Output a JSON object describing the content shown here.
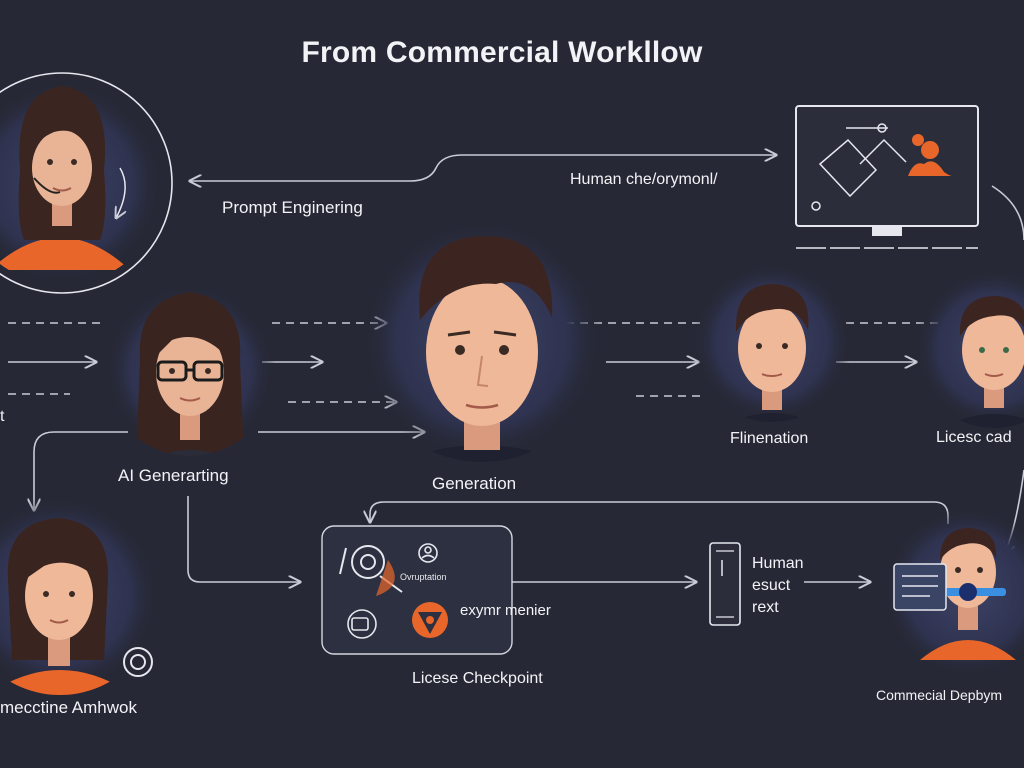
{
  "title": "From Commercial Workllow",
  "labels": {
    "prompt_engineering": "Prompt Enginering",
    "human_choreography": "Human che/orymonl/",
    "cut_left": "t",
    "ai_generating": "AI Generarting",
    "generation": "Generation",
    "flinenation": "Flinenation",
    "license_cut": "Licesc cad",
    "human_esuct_rext": [
      "Human",
      "esuct",
      "rext"
    ],
    "checkpoint_small": "Ovruptation",
    "exymr_menier": "exymr menier",
    "license_checkpoint": "Licese Checkpoint",
    "machine_artwork": "mecctine Amhwok",
    "commercial_deployment": "Commecial Depbym"
  },
  "colors": {
    "background": "#262835",
    "accent_orange": "#e8662a",
    "line": "#c9ccd6",
    "node_glow": "#3a3f5c"
  },
  "icons": [
    "monitor-icon",
    "gear-icon",
    "document-icon",
    "phone-icon",
    "shield-icon",
    "person-icon"
  ]
}
